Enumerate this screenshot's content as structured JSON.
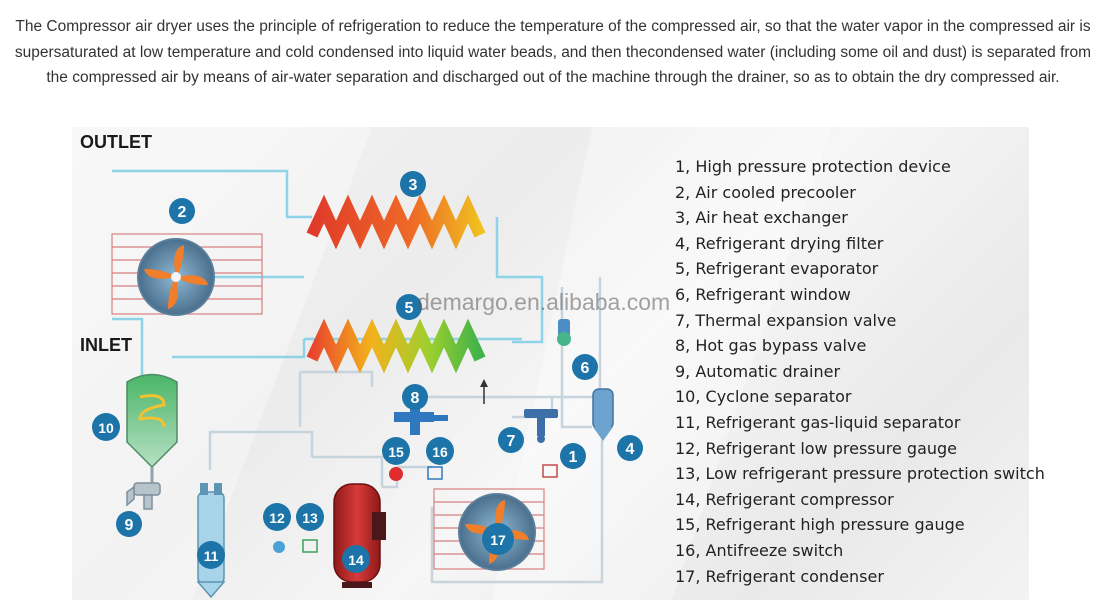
{
  "intro_text": "The Compressor air dryer uses the principle of refrigeration to reduce the temperature of the compressed air, so that the  water vapor in the compressed air is supersaturated at low temperature and cold condensed into liquid water beads, and then thecondensed water (including some oil and dust) is separated from the compressed air by means of air-water separation and discharged out of the machine through the drainer, so as to obtain the dry compressed air.",
  "diagram": {
    "outlet_label": "OUTLET",
    "inlet_label": "INLET",
    "watermark": "demargo.en.alibaba.com",
    "callouts": [
      "1",
      "2",
      "3",
      "4",
      "5",
      "6",
      "7",
      "8",
      "9",
      "10",
      "11",
      "12",
      "13",
      "14",
      "15",
      "16",
      "17"
    ],
    "colors": {
      "callout": "#1c74a8",
      "pipe": "#8fd3e8",
      "hot_coil_start": "#e03a2a",
      "hot_coil_end": "#f0c020",
      "cold_coil_start": "#e8442c",
      "cold_coil_end": "#3fb24a",
      "compressor": "#c62828"
    }
  },
  "legend": [
    "1, High pressure protection device",
    "2, Air cooled precooler",
    "3, Air heat exchanger",
    "4, Refrigerant drying filter",
    "5, Refrigerant evaporator",
    "6, Refrigerant window",
    "7, Thermal expansion valve",
    "8, Hot gas bypass valve",
    "9, Automatic drainer",
    "10, Cyclone separator",
    "11, Refrigerant gas-liquid separator",
    "12, Refrigerant low pressure gauge",
    "13, Low refrigerant pressure protection switch",
    "14, Refrigerant compressor",
    "15, Refrigerant high pressure gauge",
    "16, Antifreeze switch",
    "17, Refrigerant condenser"
  ]
}
